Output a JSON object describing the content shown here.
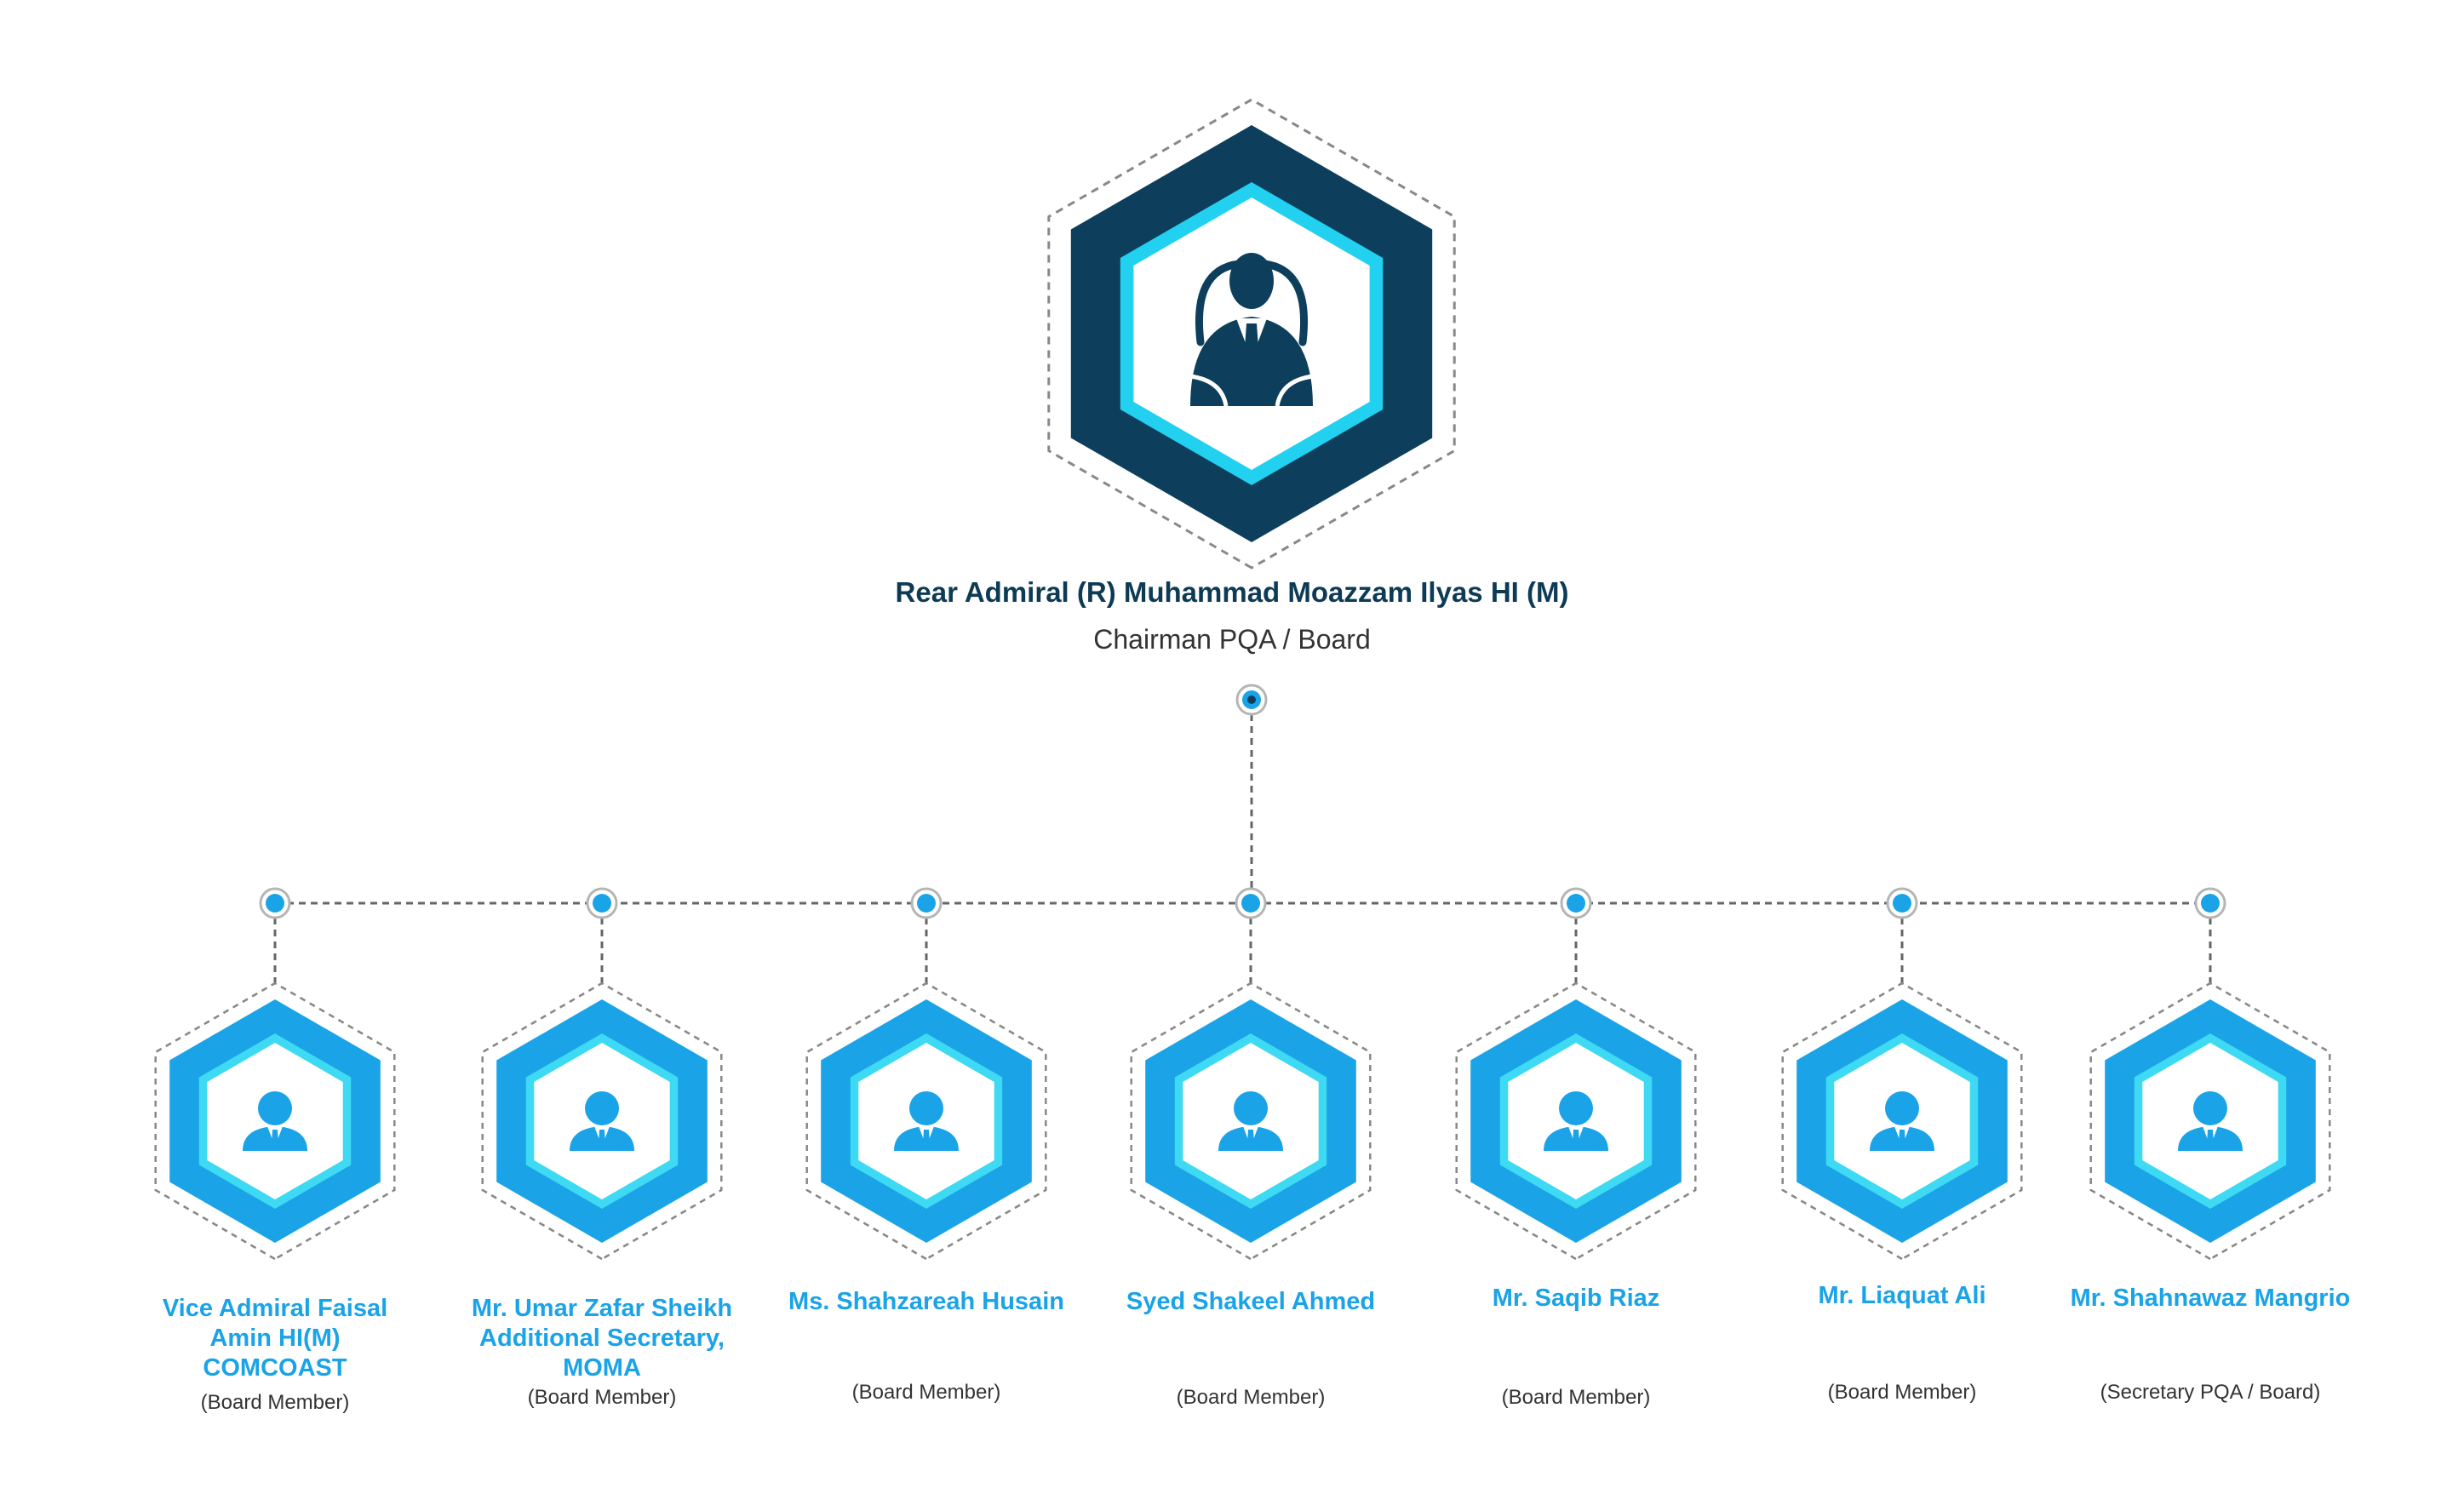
{
  "chairman": {
    "name": "Rear Admiral (R) Muhammad Moazzam Ilyas HI (M)",
    "role": "Chairman PQA / Board"
  },
  "members": [
    {
      "name_lines": [
        "Vice Admiral Faisal",
        "Amin HI(M)",
        "COMCOAST"
      ],
      "role": "(Board Member)"
    },
    {
      "name_lines": [
        "Mr. Umar Zafar Sheikh",
        "Additional Secretary,",
        "MOMA"
      ],
      "role": "(Board Member)"
    },
    {
      "name_lines": [
        "Ms. Shahzareah Husain"
      ],
      "role": "(Board Member)"
    },
    {
      "name_lines": [
        "Syed Shakeel Ahmed"
      ],
      "role": "(Board Member)"
    },
    {
      "name_lines": [
        "Mr. Saqib Riaz"
      ],
      "role": "(Board Member)"
    },
    {
      "name_lines": [
        "Mr. Liaquat Ali"
      ],
      "role": "(Board Member)"
    },
    {
      "name_lines": [
        "Mr. Shahnawaz Mangrio"
      ],
      "role": "(Secretary PQA / Board)"
    }
  ],
  "colors": {
    "chair_hex_outer": "#0d3f5c",
    "chair_hex_ring": "#22d0f0",
    "member_hex_outer": "#1ba3e8",
    "member_hex_ring": "#3ed9f2",
    "name_color": "#1ba3e8",
    "chair_name_color": "#0d3a55",
    "connector": "#666666",
    "node": "#1ba3e8"
  },
  "icons": {
    "chairman": "businessman-icon",
    "member": "person-icon"
  }
}
